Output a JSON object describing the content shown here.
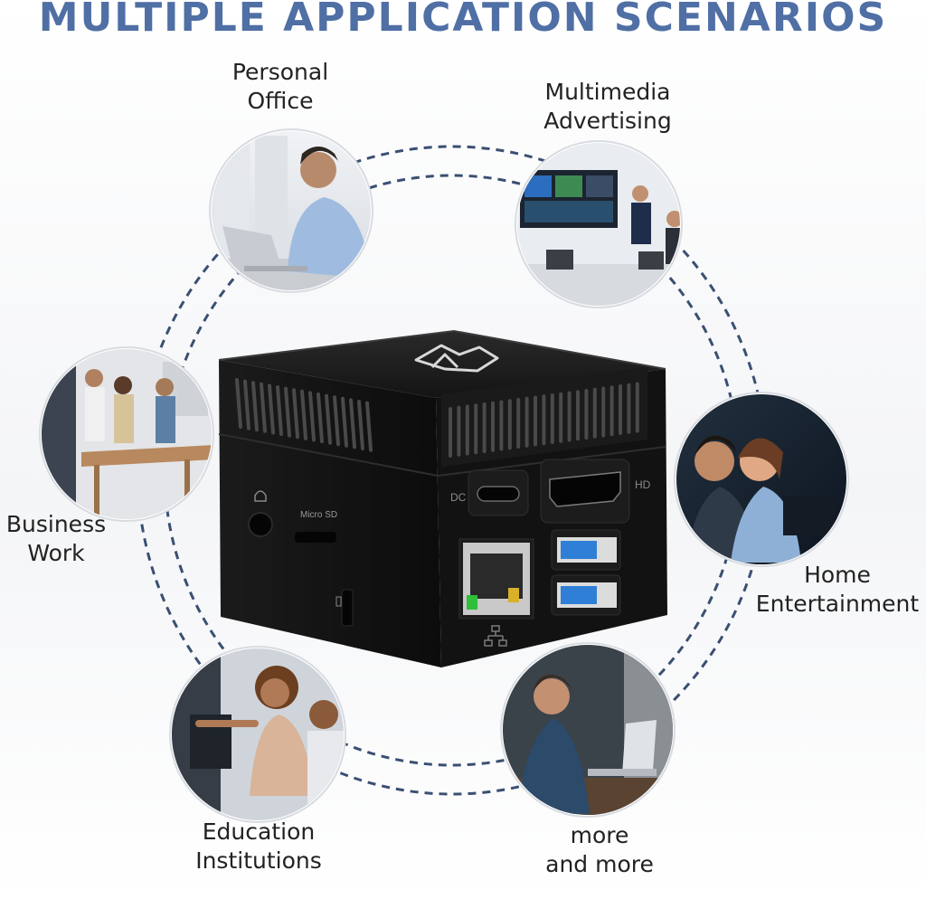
{
  "title": "MULTIPLE APPLICATION SCENARIOS",
  "colors": {
    "title": "#4f6fa5",
    "ring_dash": "#3a4f72",
    "device_body": "#121212",
    "usb_blue": "#2f7fd6",
    "ethernet_led_green": "#2fbf3a",
    "ethernet_led_amber": "#d9b02a"
  },
  "scenarios": [
    {
      "id": "personal-office",
      "lines": [
        "Personal",
        "Office"
      ],
      "photo": "man-typing-on-laptop"
    },
    {
      "id": "multimedia-advertising",
      "lines": [
        "Multimedia",
        "Advertising"
      ],
      "photo": "presentation-with-display-screen"
    },
    {
      "id": "business-work",
      "lines": [
        "Business",
        "Work"
      ],
      "photo": "team-meeting-at-table"
    },
    {
      "id": "home-entertainment",
      "lines": [
        "Home",
        "Entertainment"
      ],
      "photo": "couple-watching-laptop"
    },
    {
      "id": "education-institutions",
      "lines": [
        "Education",
        "Institutions"
      ],
      "photo": "teacher-pointing-at-computer"
    },
    {
      "id": "more",
      "lines": [
        "more",
        "and more"
      ],
      "photo": "man-working-on-laptop"
    }
  ],
  "device": {
    "port_labels": {
      "dc": "DC",
      "hd": "HD",
      "micro_sd": "Micro SD"
    },
    "ports": [
      "audio-jack",
      "micro-sd-slot",
      "usb-c",
      "hdmi",
      "usb-3",
      "usb-3",
      "ethernet",
      "lock-slot"
    ]
  }
}
